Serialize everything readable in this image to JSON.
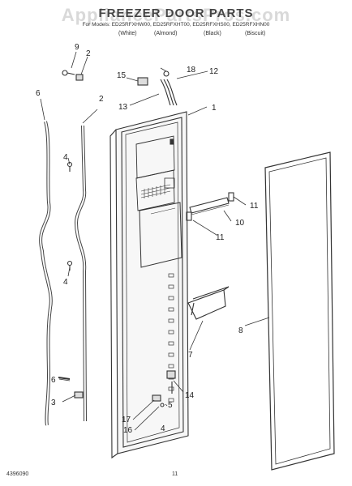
{
  "header": {
    "title": "FREEZER DOOR PARTS",
    "watermark": "AppliancePartsPros.com",
    "models_line": "For Models: ED25RFXHW00, ED25RFXHT00, ED25RFXHS00, ED25RFXHN00",
    "colors": [
      "(White)",
      "(Almond)",
      "(Black)",
      "(Biscuit)"
    ]
  },
  "callouts": [
    "1",
    "2",
    "3",
    "4",
    "4",
    "5",
    "6",
    "6",
    "7",
    "8",
    "9",
    "10",
    "11",
    "11",
    "12",
    "13",
    "14",
    "15",
    "16",
    "17",
    "18"
  ],
  "footer": {
    "doc_number": "4396090",
    "page_number": "11"
  }
}
